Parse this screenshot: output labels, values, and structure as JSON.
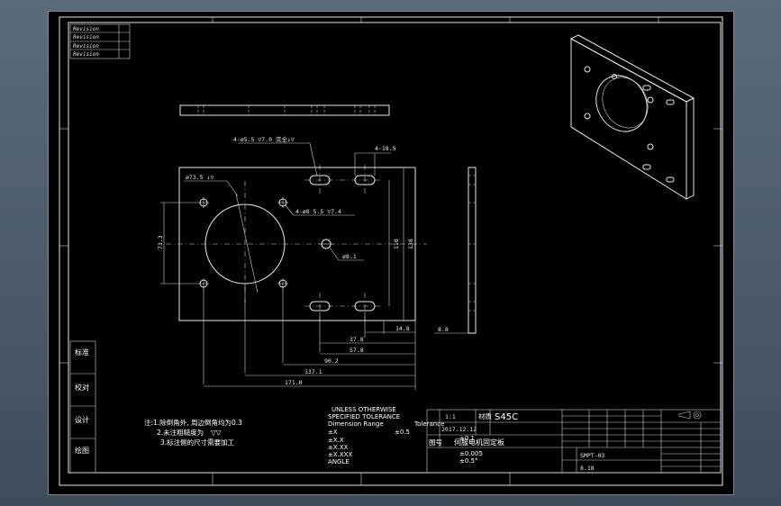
{
  "notes": {
    "line1": "注:1.除倒角外, 周边倒角均为0.3",
    "line2": "2.未注粗糙度为",
    "line2_symbol": "▽▽",
    "line3": "3.标注侧的尺寸需要加工"
  },
  "tolerance_block": {
    "line1": "UNLESS OTHERWISE",
    "line2": "SPECIFIED TOLERANCE",
    "line3": "Dimension Range",
    "tolerance_label": "Tolerance",
    "rows": [
      {
        "label": "±X",
        "value": "±0.5"
      },
      {
        "label": "±X.X",
        "value": "±0.1"
      },
      {
        "label": "±X.XX",
        "value": "±0.005"
      },
      {
        "label": "±X.XXX",
        "value": ""
      },
      {
        "label": "ANGLE",
        "value": "±0.5°"
      }
    ]
  },
  "title_block": {
    "material_label": "材质",
    "material_value": "S45C",
    "date_value": "2017.12.12",
    "drawing_label": "图号",
    "part_name": "伺服电机固定板",
    "scale_value": "1:1",
    "sheet_value": "8.18",
    "code_value": "SMPT-03"
  },
  "side_labels": [
    "标准",
    "校对",
    "设计",
    "绘图"
  ],
  "revision_block": [
    "Revision",
    "Revision",
    "Revision",
    "Revision"
  ],
  "dimensions": {
    "hole_note_top": "4-ø5.5 ▽7.0 完全↓▽",
    "slot_width": "4-18.5",
    "bolt_circle": "ø73.5 ↓▽",
    "tapped_hole": "4-ø8 5.5 ▽7.4",
    "center_hole": "ø8.1",
    "left_height": "73.3",
    "right_height_1": "110",
    "right_height_2": "138",
    "bottom_1": "14.8",
    "bottom_2": "37.8",
    "bottom_3": "57.8",
    "bottom_4": "90.2",
    "bottom_5": "137.1",
    "bottom_6": "171.0",
    "side_thickness": "8.8"
  }
}
